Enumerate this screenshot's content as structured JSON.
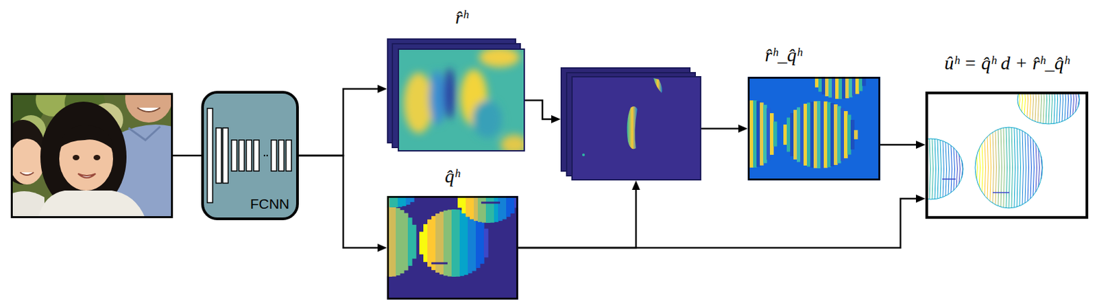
{
  "diagram": {
    "nodes": [
      {
        "text": []
      },
      {
        "text": [
          "FCNN"
        ]
      },
      {
        "text": [
          "r̂ʰ"
        ]
      },
      {
        "text": [
          "q̂ʰ"
        ]
      },
      {
        "text": []
      },
      {
        "text": [
          "r̂ʰ_q̂ʰ"
        ]
      },
      {
        "text": [
          "ûʰ = q̂ʰ d + r̂ʰ_q̂ʰ"
        ]
      }
    ],
    "edges": [
      {
        "from": 0,
        "to": 1,
        "arrow": "none"
      },
      {
        "from": 1,
        "to": 2,
        "arrow": "to"
      },
      {
        "from": 1,
        "to": 3,
        "arrow": "to"
      },
      {
        "from": 2,
        "to": 4,
        "arrow": "to"
      },
      {
        "from": 3,
        "to": 4,
        "arrow": "to"
      },
      {
        "from": 4,
        "to": 5,
        "arrow": "to"
      },
      {
        "from": 5,
        "to": 6,
        "arrow": "to"
      },
      {
        "from": 3,
        "to": 6,
        "arrow": "to"
      }
    ]
  }
}
